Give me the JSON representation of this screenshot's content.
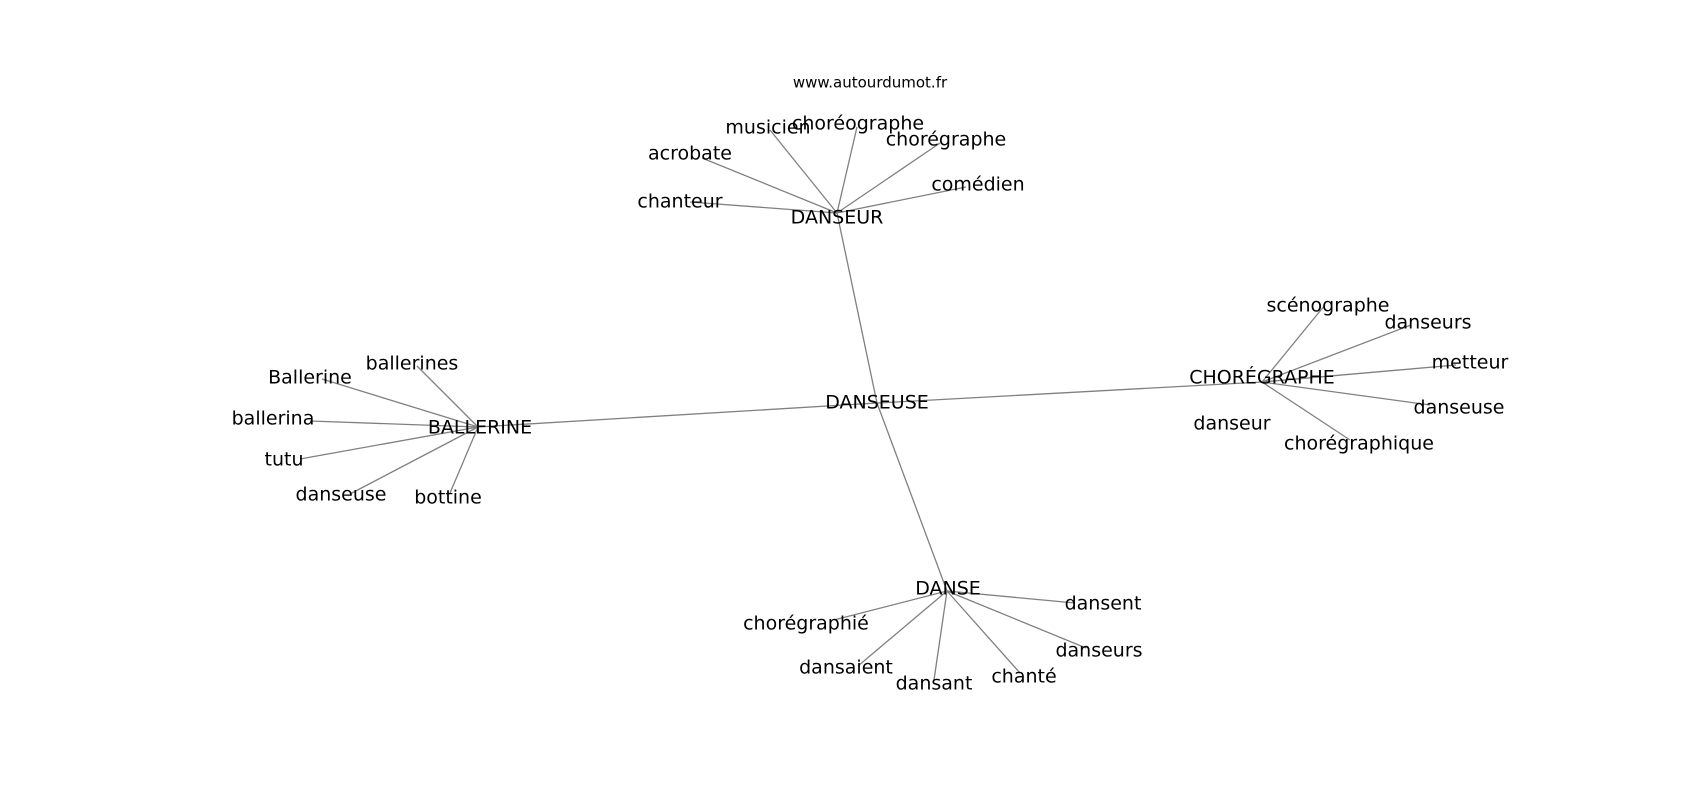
{
  "watermark": "www.autourdumot.fr",
  "colors": {
    "edge": "#808080",
    "text": "#000000",
    "background": "#ffffff"
  },
  "root": "DANSEUSE",
  "hubs": [
    {
      "label": "DANSEUR",
      "children": [
        "musicien",
        "chorégraphe",
        "choréographe",
        "acrobate",
        "chanteur",
        "comédien"
      ]
    },
    {
      "label": "CHORÉGRAPHE",
      "children": [
        "scénographe",
        "danseurs",
        "metteur",
        "danseuse",
        "chorégraphique",
        "danseur"
      ]
    },
    {
      "label": "BALLERINE",
      "children": [
        "ballerines",
        "Ballerine",
        "ballerina",
        "tutu",
        "danseuse",
        "bottine"
      ]
    },
    {
      "label": "DANSE",
      "children": [
        "dansent",
        "danseurs",
        "chanté",
        "dansant",
        "dansaient",
        "chorégraphié"
      ]
    }
  ]
}
